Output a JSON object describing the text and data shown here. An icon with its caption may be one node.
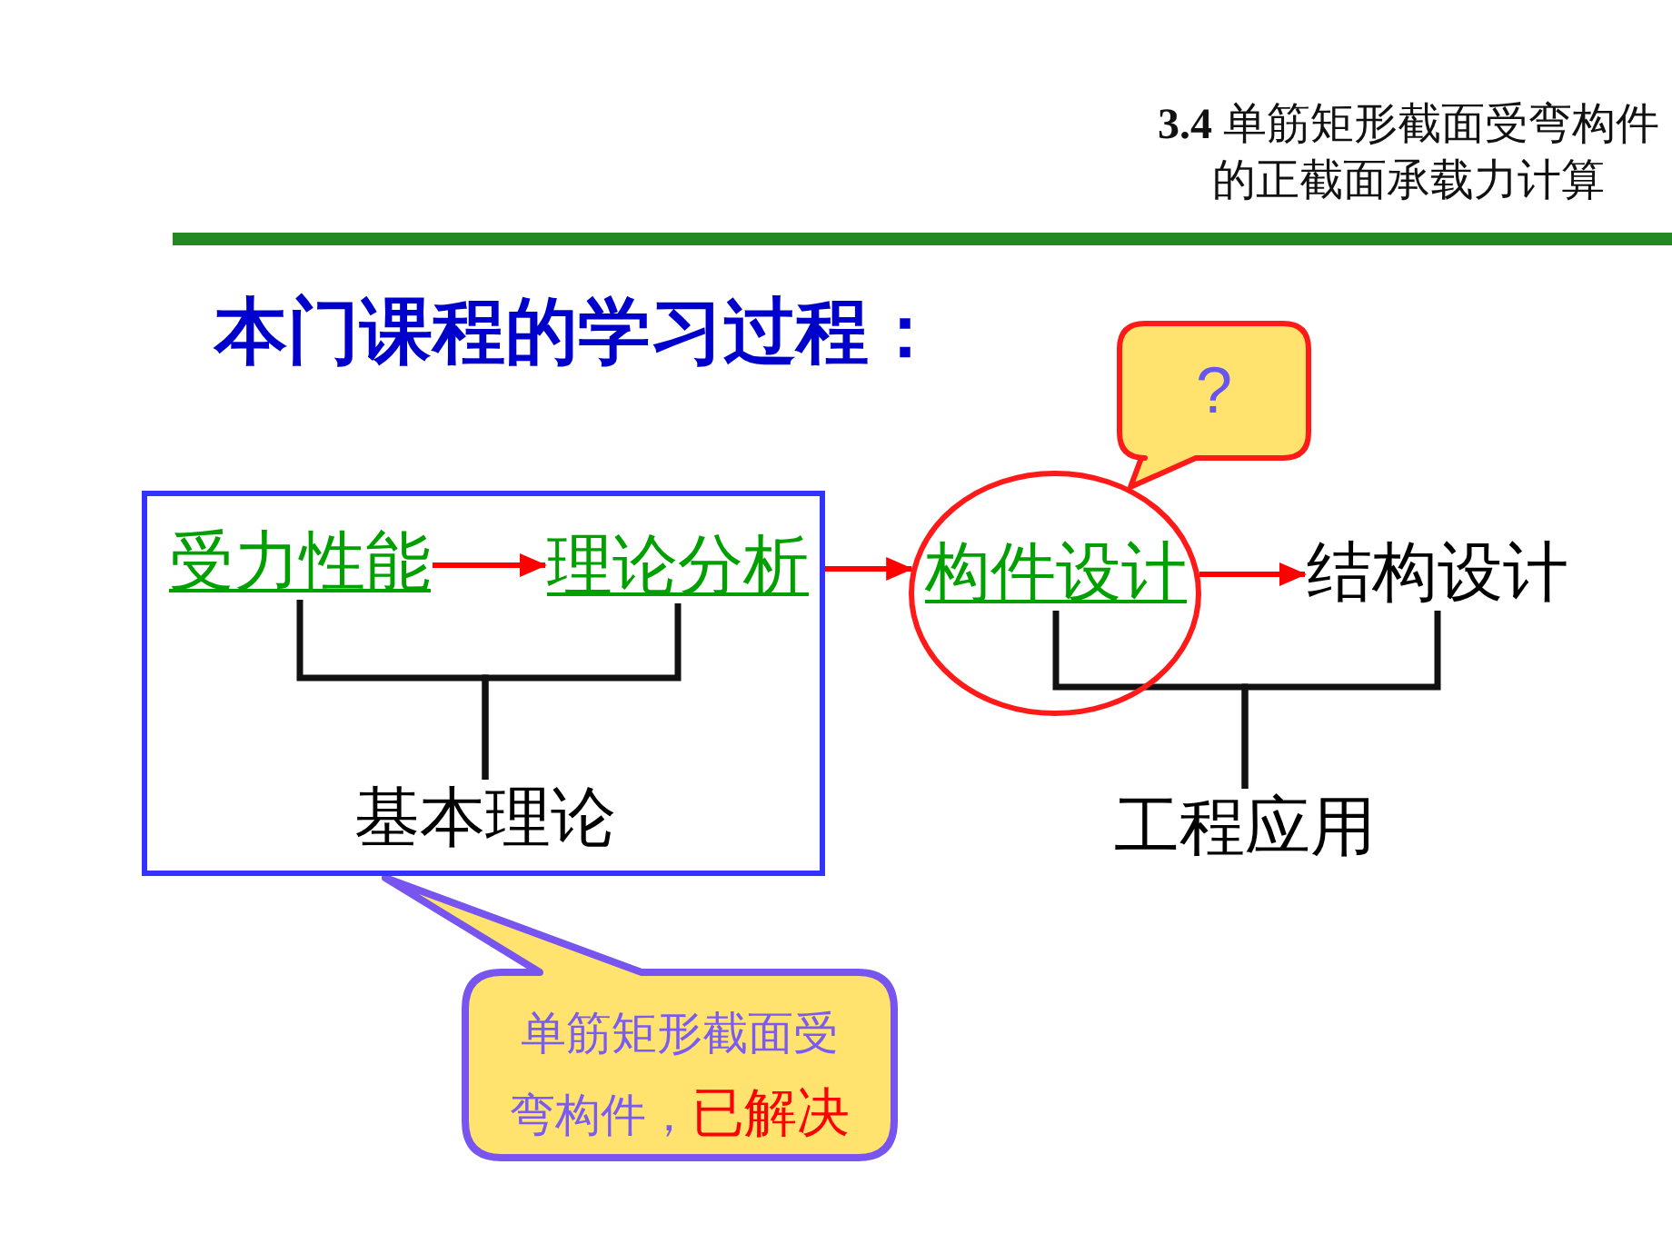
{
  "diagram": {
    "title": "本门课程的学习过程：",
    "nodes": [
      {
        "text": [],
        "shape": "box"
      },
      {
        "text": [
          "受力性能"
        ],
        "in": 0
      },
      {
        "text": [
          "理论分析"
        ],
        "in": 0
      },
      {
        "text": [
          "基本理论"
        ],
        "in": 0
      },
      {
        "text": [],
        "shape": "circle"
      },
      {
        "text": [
          "构件设计"
        ],
        "in": 4
      },
      {
        "text": [
          "结构设计"
        ]
      },
      {
        "text": [
          "工程应用"
        ]
      },
      {
        "text": [
          "?"
        ]
      },
      {
        "text": [
          "单筋矩形截面受弯构件，",
          "已解决"
        ]
      }
    ],
    "edges": [
      {
        "from": 1,
        "to": 2,
        "arrow": "to",
        "color": "#ff0000"
      },
      {
        "from": 0,
        "to": 4,
        "arrow": "to",
        "color": "#ff0000"
      },
      {
        "from": 4,
        "to": 6,
        "arrow": "to",
        "color": "#ff0000"
      },
      {
        "from": 1,
        "to": 3,
        "arrow": "none"
      },
      {
        "from": 2,
        "to": 3,
        "arrow": "none"
      },
      {
        "from": 5,
        "to": 7,
        "arrow": "none"
      },
      {
        "from": 6,
        "to": 7,
        "arrow": "none"
      }
    ],
    "labels": [
      "**3.4** 单筋矩形截面受弯构件的正截面承载力计算"
    ]
  }
}
